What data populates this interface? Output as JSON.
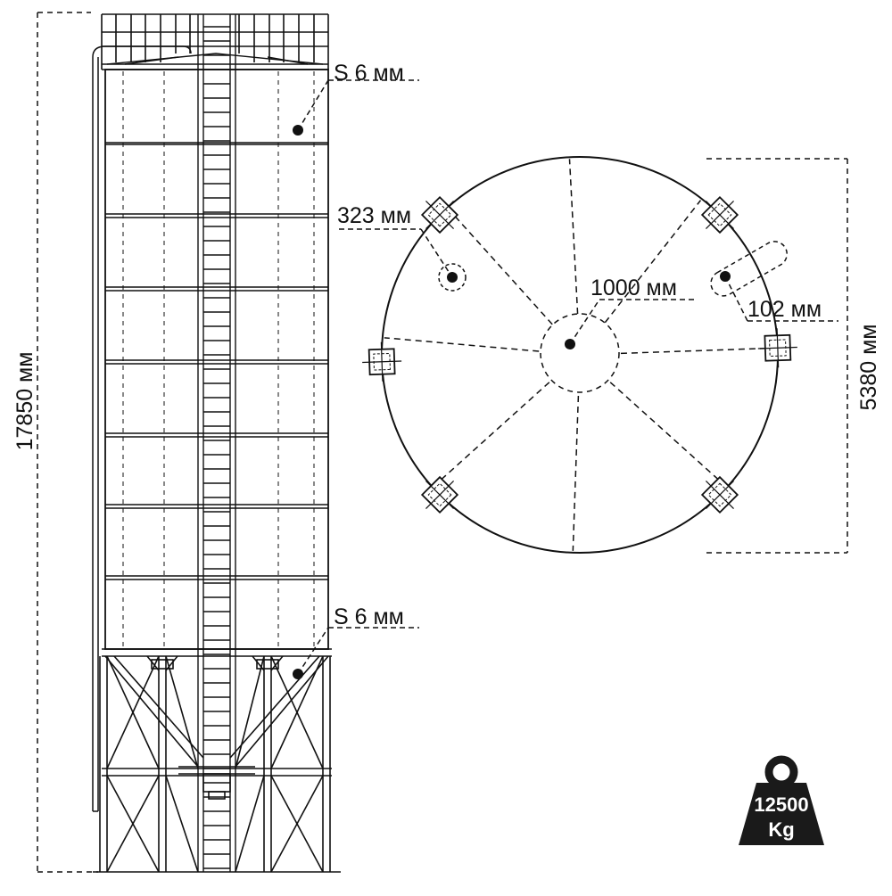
{
  "labels": {
    "height": "17850 мм",
    "shell_top": "S 6 мм",
    "shell_bottom": "S 6 мм",
    "manhole": "323 мм",
    "center_opening": "1000 мм",
    "pipe": "102 мм",
    "diameter": "5380 мм"
  },
  "weight": {
    "value": "12500",
    "unit": "Kg",
    "icon": "weight-icon"
  },
  "colors": {
    "line": "#111111",
    "background": "#ffffff",
    "weight_fill": "#1a1a1a"
  }
}
